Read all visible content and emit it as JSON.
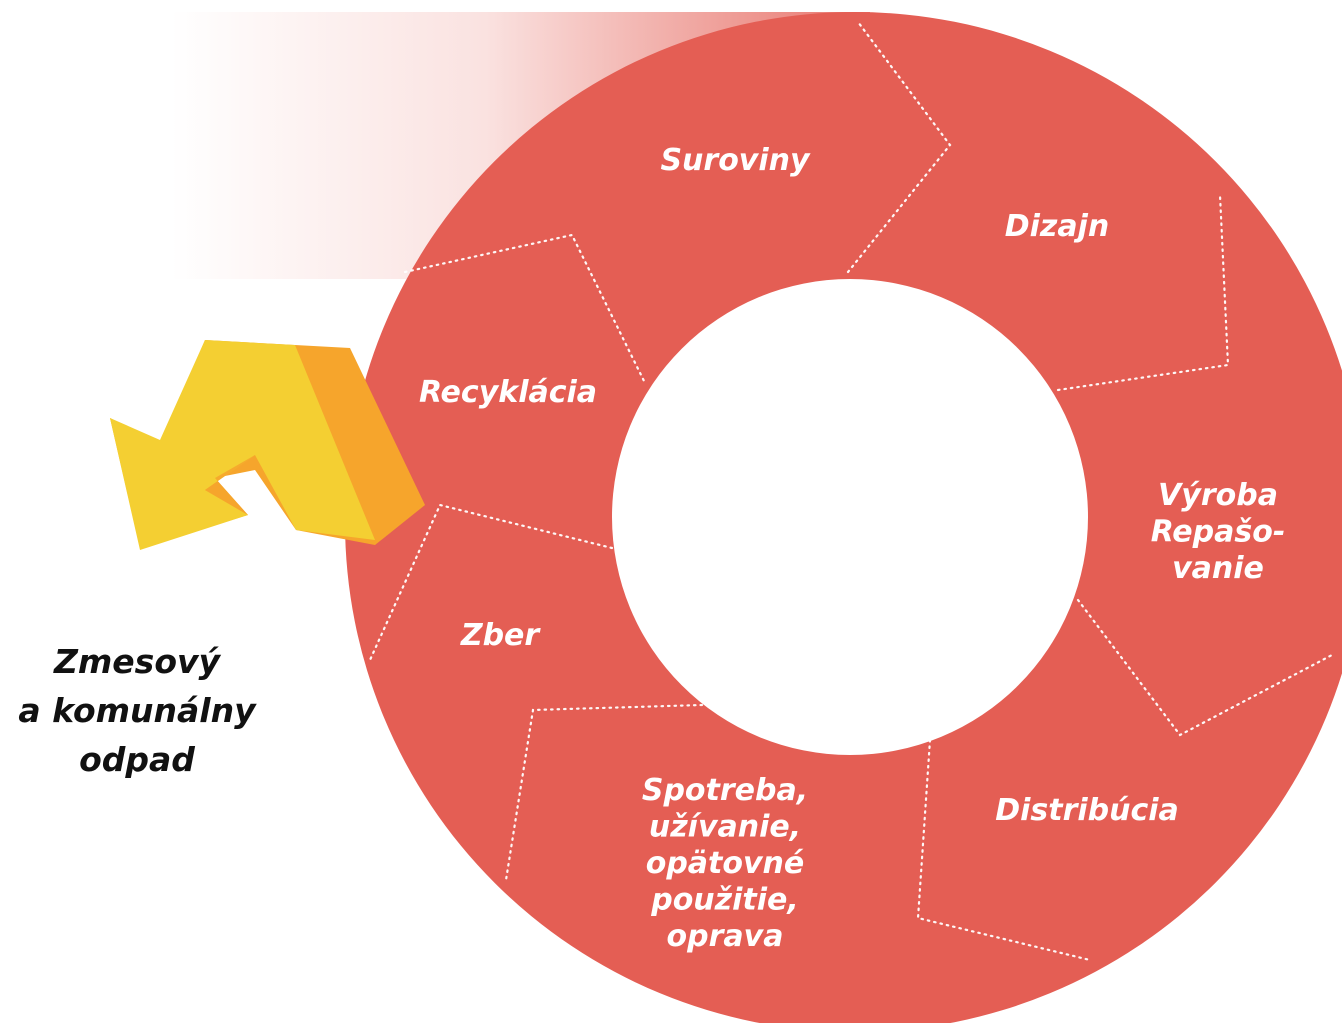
{
  "cycle": {
    "ring_color": "#E45E54",
    "segments": [
      {
        "label": "Suroviny"
      },
      {
        "label": "Dizajn"
      },
      {
        "label": "Výroba Repašo-vanie",
        "lines": [
          "Výroba",
          "Repašo-",
          "vanie"
        ]
      },
      {
        "label": "Distribúcia"
      },
      {
        "label": "Spotreba, užívanie, opätovné použitie, oprava",
        "lines": [
          "Spotreba,",
          "užívanie,",
          "opätovné",
          "použitie,",
          "oprava"
        ]
      },
      {
        "label": "Zber"
      },
      {
        "label": "Recyklácia"
      }
    ]
  },
  "inflow": {
    "color": "#E45E54"
  },
  "exit_arrow": {
    "colors": {
      "front": "#F4CF32",
      "side": "#F6A52C"
    }
  },
  "waste": {
    "lines": [
      "Zmesový",
      "a komunálny",
      "odpad"
    ]
  }
}
